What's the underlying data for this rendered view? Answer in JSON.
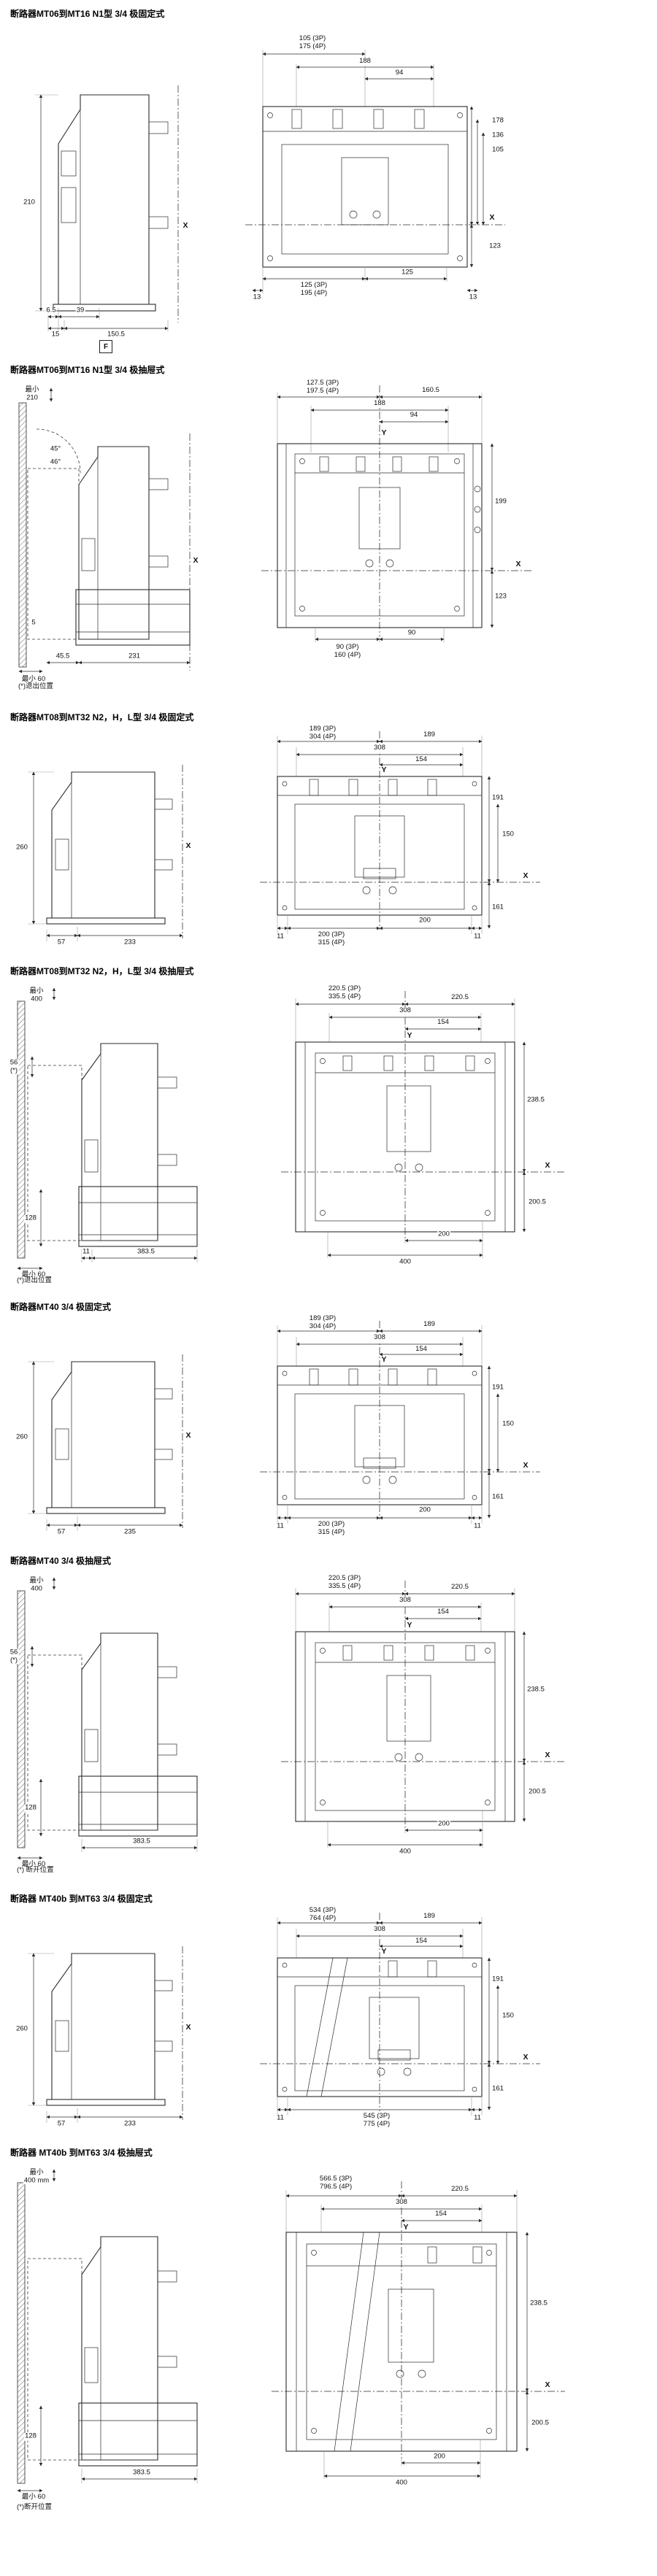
{
  "page": {
    "bg": "#ffffff",
    "ink": "#2b2b2b"
  },
  "sections": [
    {
      "id": "mt06-16-fixed",
      "title": "断路器MT06到MT16 N1型 3/4 极固定式",
      "side": {
        "h": "210",
        "b1a": "6.5",
        "b1b": "39",
        "b2a": "15",
        "b2b": "150.5",
        "ax": "X",
        "fig": "F"
      },
      "front": {
        "p": "105 (3P)\n175 (4P)",
        "w1": "188",
        "w2": "94",
        "r1": "178",
        "r2": "136",
        "r3": "105",
        "r4": "123",
        "bp": "125 (3P)\n195 (4P)",
        "b1": "125",
        "e1": "13",
        "e2": "13",
        "ax": "X"
      }
    },
    {
      "id": "mt06-16-drawout",
      "title": "断路器MT06到MT16 N1型 3/4 极抽屉式",
      "side": {
        "min_h": "最小\n210",
        "a1": "45°",
        "a2": "46°",
        "g": "5",
        "min60": "最小 60",
        "b1": "45.5",
        "b2": "231",
        "note": "(*)退出位置",
        "ax": "X"
      },
      "front": {
        "p": "127.5 (3P)\n197.5 (4P)",
        "w1": "160.5",
        "w2": "188",
        "w3": "94",
        "y": "Y",
        "r1": "199",
        "r2": "123",
        "bp": "90 (3P)\n160 (4P)",
        "b1": "90",
        "ax": "X"
      }
    },
    {
      "id": "mt08-32-fixed",
      "title": "断路器MT08到MT32 N2，H，L型 3/4 极固定式",
      "side": {
        "h": "260",
        "b1": "57",
        "b2": "233",
        "ax": "X"
      },
      "front": {
        "p": "189 (3P)\n304 (4P)",
        "w1": "189",
        "w2": "308",
        "w3": "154",
        "y": "Y",
        "r1": "191",
        "r2": "150",
        "r3": "161",
        "e1": "11",
        "bp": "200 (3P)\n315 (4P)",
        "b1": "200",
        "e2": "11",
        "ax": "X"
      }
    },
    {
      "id": "mt08-32-drawout",
      "title": "断路器MT08到MT32 N2，H，L型 3/4 极抽屉式",
      "side": {
        "min_h": "最小\n400",
        "d56": "56\n(*)",
        "h128": "128",
        "min60": "最小 60",
        "e1": "11",
        "b1": "383.5",
        "note": "(*)退出位置"
      },
      "front": {
        "p": "220.5 (3P)\n335.5 (4P)",
        "w1": "220.5",
        "w2": "308",
        "w3": "154",
        "y": "Y",
        "r1": "238.5",
        "r2": "200.5",
        "b1": "200",
        "b2": "400",
        "ax": "X"
      }
    },
    {
      "id": "mt40-fixed",
      "title": "断路器MT40 3/4 极固定式",
      "side": {
        "h": "260",
        "b1": "57",
        "b2": "235",
        "ax": "X"
      },
      "front": {
        "p": "189 (3P)\n304 (4P)",
        "w1": "189",
        "w2": "308",
        "w3": "154",
        "y": "Y",
        "r1": "191",
        "r2": "150",
        "r3": "161",
        "e1": "11",
        "bp": "200 (3P)\n315 (4P)",
        "b1": "200",
        "e2": "11",
        "ax": "X"
      }
    },
    {
      "id": "mt40-drawout",
      "title": "断路器MT40 3/4 极抽屉式",
      "side": {
        "min_h": "最小\n400",
        "d56": "56\n(*)",
        "h128": "128",
        "min60": "最小 60",
        "b1": "383.5",
        "note": "(*) 断开位置"
      },
      "front": {
        "p": "220.5 (3P)\n335.5 (4P)",
        "w1": "220.5",
        "w2": "308",
        "w3": "154",
        "y": "Y",
        "r1": "238.5",
        "r2": "200.5",
        "b1": "200",
        "b2": "400",
        "ax": "X"
      }
    },
    {
      "id": "mt40b-63-fixed",
      "title": "断路器 MT40b 到MT63 3/4 极固定式",
      "side": {
        "h": "260",
        "b1": "57",
        "b2": "233",
        "ax": "X"
      },
      "front": {
        "p": "534 (3P)\n764 (4P)",
        "w1": "189",
        "w2": "308",
        "w3": "154",
        "y": "Y",
        "r1": "191",
        "r2": "150",
        "r3": "161",
        "e1": "11",
        "bp": "545 (3P)\n775 (4P)",
        "e2": "11",
        "ax": "X"
      }
    },
    {
      "id": "mt40b-63-drawout",
      "title": "断路器 MT40b 到MT63 3/4 极抽屉式",
      "side": {
        "min_h": "最小\n400 mm",
        "h128": "128",
        "min60": "最小 60",
        "b1": "383.5",
        "note": "(*)断开位置"
      },
      "front": {
        "p": "566.5 (3P)\n796.5 (4P)",
        "w1": "220.5",
        "w2": "308",
        "w3": "154",
        "y": "Y",
        "r1": "238.5",
        "r2": "200.5",
        "b1": "200",
        "b2": "400",
        "ax": "X"
      }
    }
  ]
}
